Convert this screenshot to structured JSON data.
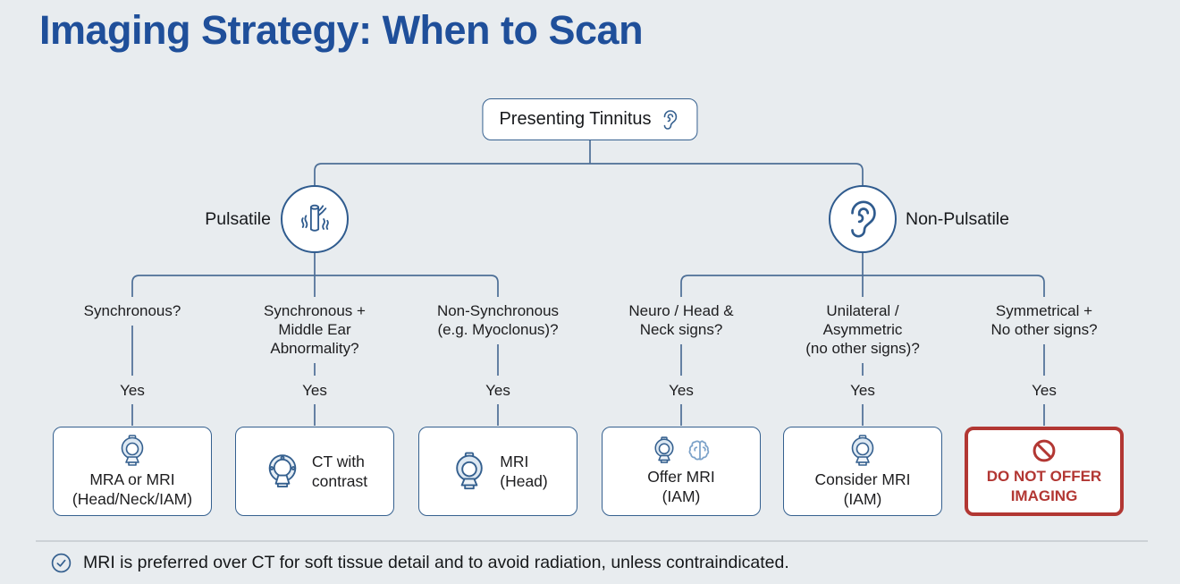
{
  "title": "Imaging Strategy: When to Scan",
  "colors": {
    "background": "#e8ecef",
    "title_blue": "#1f4f9a",
    "line_blue": "#4c6e96",
    "border_blue": "#35608f",
    "text_dark": "#1d1d1f",
    "danger_red": "#b23733"
  },
  "root": {
    "label": "Presenting Tinnitus",
    "icon": "ear-icon"
  },
  "branches": {
    "left": {
      "label": "Pulsatile",
      "icon": "blood-vessel-icon"
    },
    "right": {
      "label": "Non-Pulsatile",
      "icon": "ear-icon"
    }
  },
  "columns": [
    {
      "question": "Synchronous?",
      "answer": "Yes",
      "outcome": {
        "label": "MRA or MRI\n(Head/Neck/IAM)",
        "icons": [
          "mri-scanner-icon"
        ],
        "variant": "normal"
      }
    },
    {
      "question": "Synchronous +\nMiddle Ear\nAbnormality?",
      "answer": "Yes",
      "outcome": {
        "label": "CT with\ncontrast",
        "icons": [
          "ct-scanner-icon"
        ],
        "variant": "normal"
      }
    },
    {
      "question": "Non-Synchronous\n(e.g. Myoclonus)?",
      "answer": "Yes",
      "outcome": {
        "label": "MRI\n(Head)",
        "icons": [
          "mri-scanner-icon"
        ],
        "variant": "normal"
      }
    },
    {
      "question": "Neuro / Head &\nNeck signs?",
      "answer": "Yes",
      "outcome": {
        "label": "Offer MRI\n(IAM)",
        "icons": [
          "mri-scanner-icon",
          "brain-icon"
        ],
        "variant": "normal"
      }
    },
    {
      "question": "Unilateral /\nAsymmetric\n(no other signs)?",
      "answer": "Yes",
      "outcome": {
        "label": "Consider MRI\n(IAM)",
        "icons": [
          "mri-scanner-icon"
        ],
        "variant": "normal"
      }
    },
    {
      "question": "Symmetrical +\nNo other signs?",
      "answer": "Yes",
      "outcome": {
        "label": "DO NOT OFFER\nIMAGING",
        "icons": [
          "no-entry-icon"
        ],
        "variant": "danger"
      }
    }
  ],
  "footnote": {
    "icon": "check-circle-icon",
    "text": "MRI is preferred over CT for soft tissue detail and to avoid radiation, unless contraindicated."
  }
}
